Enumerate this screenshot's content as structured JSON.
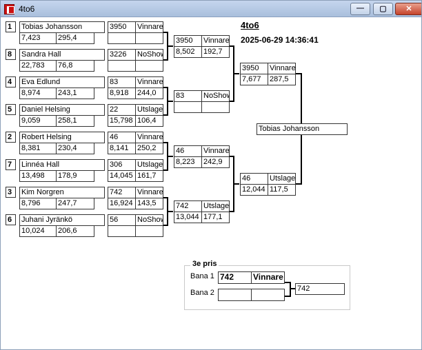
{
  "window": {
    "title": "4to6",
    "buttons": {
      "minimize": "—",
      "maximize": "▢",
      "close": "✕"
    }
  },
  "header": {
    "title": "4to6",
    "timestamp": "2025-06-29 14:36:41"
  },
  "round1": [
    {
      "seed": "1",
      "name": "Tobias Johansson",
      "v1": "7,423",
      "v2": "295,4"
    },
    {
      "seed": "8",
      "name": "Sandra Hall",
      "v1": "22,783",
      "v2": "76,8"
    },
    {
      "seed": "4",
      "name": "Eva Edlund",
      "v1": "8,974",
      "v2": "243,1"
    },
    {
      "seed": "5",
      "name": "Daniel Helsing",
      "v1": "9,059",
      "v2": "258,1"
    },
    {
      "seed": "2",
      "name": "Robert Helsing",
      "v1": "8,381",
      "v2": "230,4"
    },
    {
      "seed": "7",
      "name": "Linnéa Hall",
      "v1": "13,498",
      "v2": "178,9"
    },
    {
      "seed": "3",
      "name": "Kim Norgren",
      "v1": "8,796",
      "v2": "247,7"
    },
    {
      "seed": "6",
      "name": "Juhani Jyränkö",
      "v1": "10,024",
      "v2": "206,6"
    }
  ],
  "round2": [
    {
      "num": "3950",
      "result": "Vinnare",
      "v1": "",
      "v2": ""
    },
    {
      "num": "3226",
      "result": "NoShow",
      "v1": "",
      "v2": ""
    },
    {
      "num": "83",
      "result": "Vinnare",
      "v1": "8,918",
      "v2": "244,0"
    },
    {
      "num": "22",
      "result": "Utslagen",
      "v1": "15,798",
      "v2": "106,4"
    },
    {
      "num": "46",
      "result": "Vinnare",
      "v1": "8,141",
      "v2": "250,2"
    },
    {
      "num": "306",
      "result": "Utslagen",
      "v1": "14,045",
      "v2": "161,7"
    },
    {
      "num": "742",
      "result": "Vinnare",
      "v1": "16,924",
      "v2": "143,5"
    },
    {
      "num": "56",
      "result": "NoShow",
      "v1": "",
      "v2": ""
    }
  ],
  "round3": [
    {
      "num": "3950",
      "result": "Vinnare",
      "v1": "8,502",
      "v2": "192,7"
    },
    {
      "num": "83",
      "result": "NoShow",
      "v1": "",
      "v2": ""
    },
    {
      "num": "46",
      "result": "Vinnare",
      "v1": "8,223",
      "v2": "242,9"
    },
    {
      "num": "742",
      "result": "Utslagen",
      "v1": "13,044",
      "v2": "177,1"
    }
  ],
  "semis": [
    {
      "num": "3950",
      "result": "Vinnare",
      "v1": "7,677",
      "v2": "287,5"
    },
    {
      "num": "46",
      "result": "Utslagen",
      "v1": "12,044",
      "v2": "117,5"
    }
  ],
  "winner": "Tobias Johansson",
  "third_place": {
    "title": "3e pris",
    "lane1_label": "Bana 1",
    "lane2_label": "Bana 2",
    "lane1_num": "742",
    "lane1_result": "Vinnare",
    "lane2_num": "",
    "lane2_result": "",
    "result": "742"
  }
}
